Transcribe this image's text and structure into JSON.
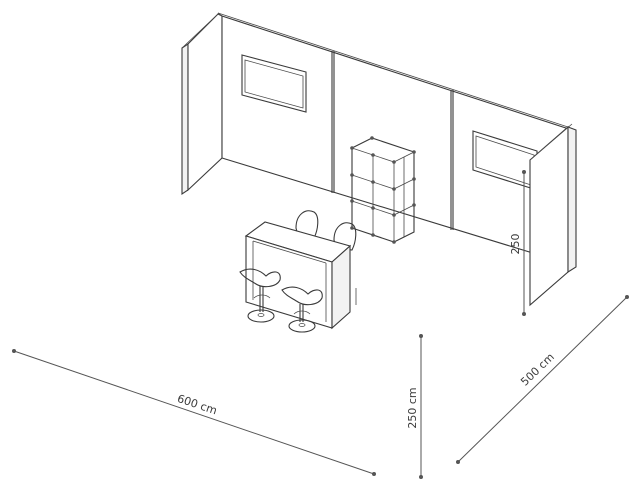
{
  "dimensions": {
    "width_label": "600 cm",
    "depth_label": "500 cm",
    "height_label": "250 cm",
    "inner_height_label": "250"
  },
  "colors": {
    "line": "#3a3a3a",
    "background": "#ffffff",
    "side_panel": "#f2f2f2"
  }
}
